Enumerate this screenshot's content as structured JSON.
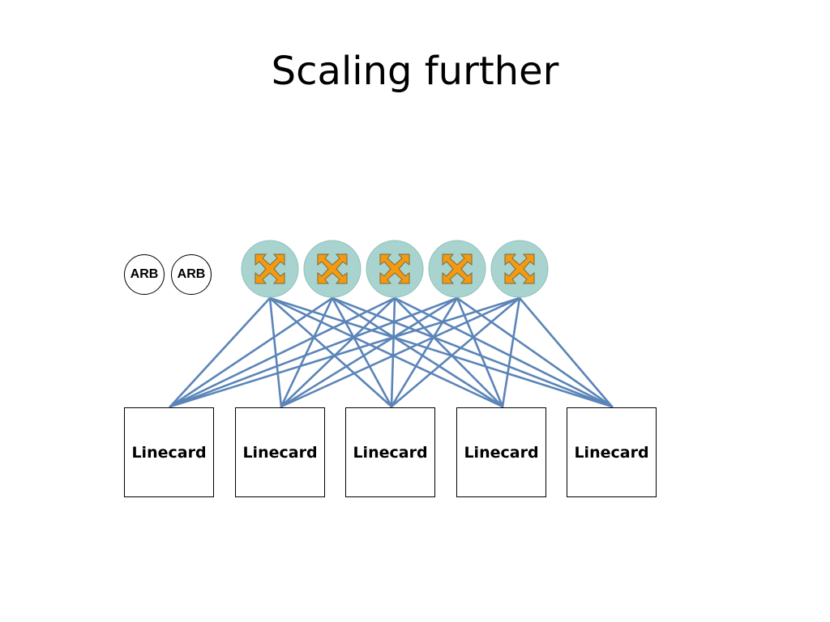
{
  "slide": {
    "title": "Scaling further"
  },
  "arbiters": [
    {
      "label": "ARB"
    },
    {
      "label": "ARB"
    }
  ],
  "switches": [
    {
      "icon": "crossbar-switch-icon"
    },
    {
      "icon": "crossbar-switch-icon"
    },
    {
      "icon": "crossbar-switch-icon"
    },
    {
      "icon": "crossbar-switch-icon"
    },
    {
      "icon": "crossbar-switch-icon"
    }
  ],
  "linecards": [
    {
      "label": "Linecard"
    },
    {
      "label": "Linecard"
    },
    {
      "label": "Linecard"
    },
    {
      "label": "Linecard"
    },
    {
      "label": "Linecard"
    }
  ],
  "colors": {
    "switch_circle": "#a9d3cf",
    "switch_circle_border": "#8fc2bd",
    "switch_icon_fill": "#f39a12",
    "switch_icon_stroke": "#7a6a3a",
    "link": "#5b84b8"
  }
}
